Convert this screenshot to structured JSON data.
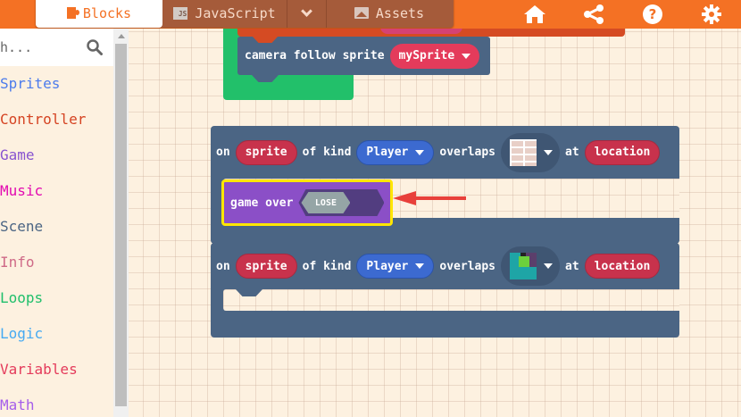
{
  "header": {
    "tabs": [
      {
        "label": "Blocks",
        "icon": "puzzle-icon",
        "active": true
      },
      {
        "label": "JavaScript",
        "icon": "js-icon",
        "active": false
      },
      {
        "label": "",
        "icon": "chevron-down-icon",
        "active": false
      },
      {
        "label": "Assets",
        "icon": "image-icon",
        "active": false
      }
    ],
    "right_icons": [
      "home-icon",
      "share-icon",
      "help-icon",
      "gear-icon"
    ],
    "accent_color": "#f47124"
  },
  "sidebar": {
    "search": {
      "value": "h...",
      "icon": "search-icon"
    },
    "categories": [
      {
        "label": "Sprites",
        "color": "#4b7bec"
      },
      {
        "label": "Controller",
        "color": "#d54322"
      },
      {
        "label": "Game",
        "color": "#8854d0"
      },
      {
        "label": "Music",
        "color": "#e20bb1"
      },
      {
        "label": "Scene",
        "color": "#4b6584"
      },
      {
        "label": "Info",
        "color": "#cf6a87"
      },
      {
        "label": "Loops",
        "color": "#20bf6b"
      },
      {
        "label": "Logic",
        "color": "#45aaf2"
      },
      {
        "label": "Variables",
        "color": "#e43b5b"
      },
      {
        "label": "Math",
        "color": "#a55eea"
      }
    ]
  },
  "workspace": {
    "camera_block": {
      "label": "camera follow sprite",
      "sprite": "mySprite"
    },
    "overlap_event_1": {
      "on": "on",
      "sprite_var": "sprite",
      "of_kind": "of kind",
      "kind": "Player",
      "overlaps": "overlaps",
      "tile": "brick-tile",
      "at": "at",
      "location": "location",
      "inner_block": {
        "label": "game over",
        "value": "LOSE"
      }
    },
    "overlap_event_2": {
      "on": "on",
      "sprite_var": "sprite",
      "of_kind": "of kind",
      "kind": "Player",
      "overlaps": "overlaps",
      "tile": "sprite-tile",
      "at": "at",
      "location": "location"
    },
    "annotation": {
      "type": "red-arrow",
      "color": "#e8403a"
    }
  }
}
